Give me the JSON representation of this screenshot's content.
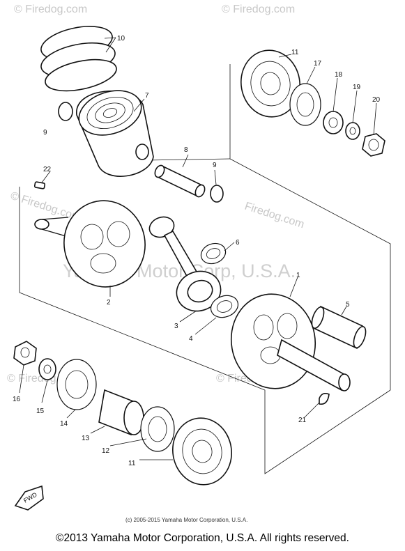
{
  "watermarks": {
    "firedog": "© Firedog.com",
    "firedog_short": "Firedog.com",
    "center": "Yamaha Motor Corp, U.S.A."
  },
  "callouts": {
    "p1": "1",
    "p2": "2",
    "p3": "3",
    "p4": "4",
    "p5": "5",
    "p6": "6",
    "p7": "7",
    "p8": "8",
    "p9a": "9",
    "p9b": "9",
    "p10": "10",
    "p11a": "11",
    "p11b": "11",
    "p12": "12",
    "p13": "13",
    "p14": "14",
    "p15": "15",
    "p16": "16",
    "p17": "17",
    "p18": "18",
    "p19": "19",
    "p20": "20",
    "p21": "21",
    "p22": "22"
  },
  "front_marker": "FWD",
  "small_copyright": "(c) 2005-2015 Yamaha Motor Corporation, U.S.A.",
  "footer": "©2013 Yamaha Motor Corporation, U.S.A. All rights reserved."
}
